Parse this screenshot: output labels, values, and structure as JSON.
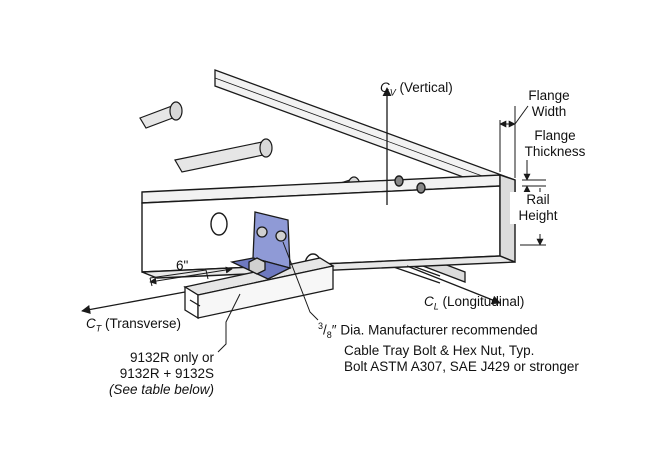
{
  "labels": {
    "vertical_text": "(Vertical)",
    "flange_width_1": "Flange",
    "flange_width_2": "Width",
    "flange_thickness_1": "Flange",
    "flange_thickness_2": "Thickness",
    "rail_height_1": "Rail",
    "rail_height_2": "Height",
    "six_in": "6\"",
    "longitudinal_text": "(Longitudinal)",
    "transverse_text": "(Transverse)",
    "bolt_dia": "″ Dia. Manufacturer recommended",
    "bolt_line2": "Cable Tray Bolt & Hex Nut, Typ.",
    "bolt_line3": "Bolt ASTM A307, SAE J429 or stronger",
    "part_line1": "9132R only or",
    "part_line2": "9132R + 9132S",
    "part_line3": "(See table below)",
    "c_letter": "C",
    "sub_v": "V",
    "sub_l": "L",
    "sub_t": "T",
    "frac_num": "3",
    "frac_den": "8"
  },
  "colors": {
    "line": "#1a1a1a",
    "steel_light": "#f2f2f2",
    "steel_shade": "#c8c8c8",
    "bracket": "#8f9ad6",
    "bracket_dark": "#5e69b0"
  }
}
